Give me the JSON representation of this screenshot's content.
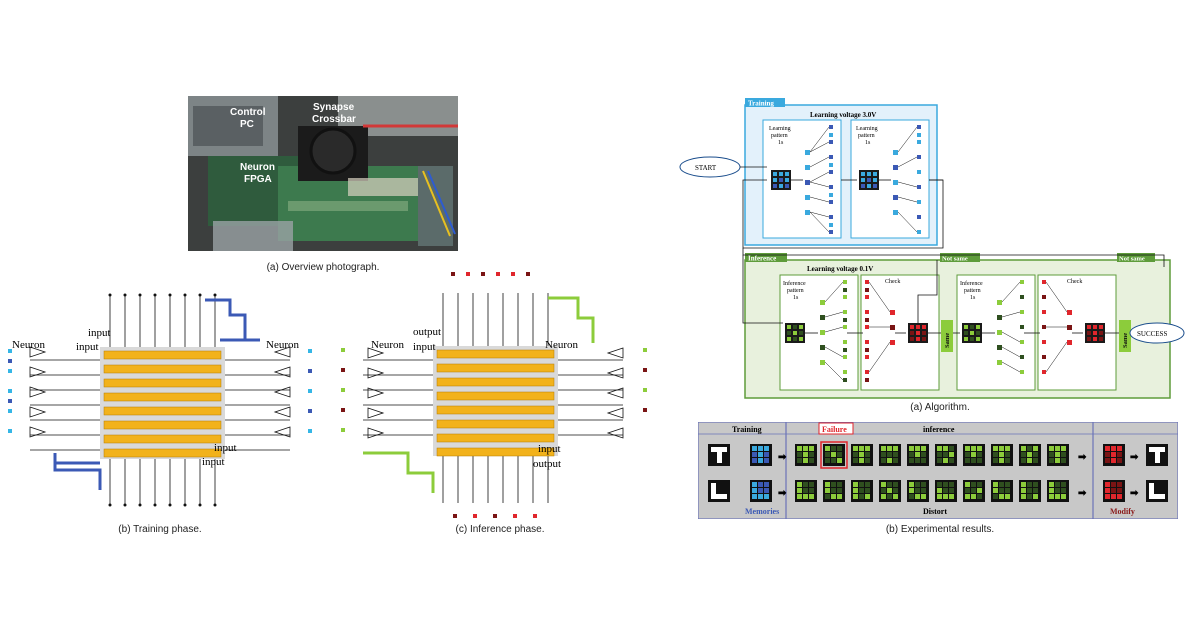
{
  "photo": {
    "labels": {
      "control_pc_1": "Control",
      "control_pc_2": "PC",
      "synapse_1": "Synapse",
      "synapse_2": "Crossbar",
      "neuron_1": "Neuron",
      "neuron_2": "FPGA"
    },
    "caption": "(a) Overview photograph."
  },
  "training_phase": {
    "neuron_left": "Neuron",
    "neuron_right": "Neuron",
    "input_1": "input",
    "input_2": "input",
    "input_3": "input",
    "input_4": "input",
    "caption": "(b) Training phase."
  },
  "inference_phase": {
    "neuron_left": "Neuron",
    "neuron_right": "Neuron",
    "output_1": "output",
    "input_1": "input",
    "input_2": "input",
    "output_2": "output",
    "caption": "(c) Inference phase."
  },
  "algorithm": {
    "training_tag": "Training",
    "learning_voltage_train": "Learning  voltage   3.0V",
    "learning_pattern_line1": "Learning",
    "learning_pattern_line2": "pattern",
    "learning_pattern_line3": "1s",
    "start": "START",
    "inference_tag": "Inference",
    "learning_voltage_inf": "Learning  voltage   0.1V",
    "inference_pattern_line1": "Inference",
    "inference_pattern_line2": "pattern",
    "inference_pattern_line3": "1s",
    "check": "Check",
    "not_same": "Not same",
    "same": "Same",
    "success": "SUCCESS",
    "caption": "(a) Algorithm."
  },
  "results": {
    "training": "Training",
    "failure": "Failure",
    "inference": "inference",
    "memories": "Memories",
    "distort": "Distort",
    "modify": "Modify",
    "caption": "(b) Experimental results."
  },
  "colors": {
    "crossbar": "#f2b21b",
    "train_blue": "#3b59b5",
    "light_blue": "#35b6e6",
    "inference_green": "#8ccc3b",
    "dark_red": "#7a1414",
    "red": "#e0262c",
    "training_frame": "#3aa9de",
    "inference_frame": "#5e9c3a"
  }
}
